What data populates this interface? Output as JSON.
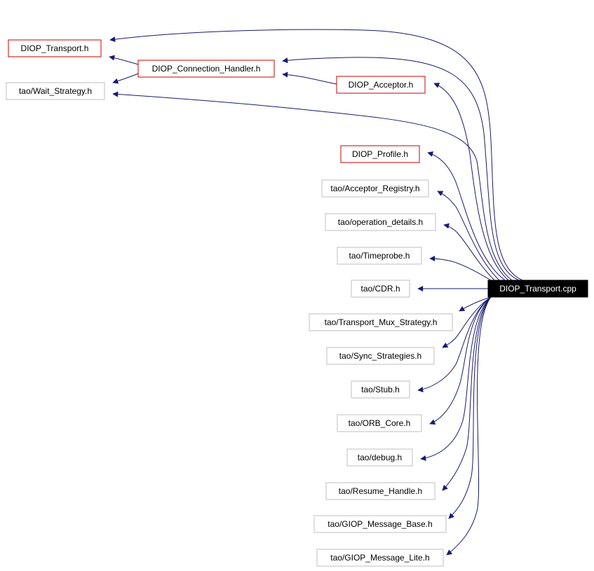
{
  "colors": {
    "edge": "#191970",
    "red_border": "#cc0000",
    "gray_border": "#bfbfbf",
    "root_fill": "#000000",
    "root_text": "#ffffff",
    "text": "#000000"
  },
  "root": {
    "id": "root",
    "label": "DIOP_Transport.cpp"
  },
  "nodes": [
    {
      "id": "transport",
      "label": "DIOP_Transport.h",
      "style": "red"
    },
    {
      "id": "connhandler",
      "label": "DIOP_Connection_Handler.h",
      "style": "red"
    },
    {
      "id": "wait",
      "label": "tao/Wait_Strategy.h",
      "style": "gray"
    },
    {
      "id": "acceptor",
      "label": "DIOP_Acceptor.h",
      "style": "red"
    },
    {
      "id": "profile",
      "label": "DIOP_Profile.h",
      "style": "red"
    },
    {
      "id": "acceptreg",
      "label": "tao/Acceptor_Registry.h",
      "style": "gray"
    },
    {
      "id": "opdetails",
      "label": "tao/operation_details.h",
      "style": "gray"
    },
    {
      "id": "timeprobe",
      "label": "tao/Timeprobe.h",
      "style": "gray"
    },
    {
      "id": "cdr",
      "label": "tao/CDR.h",
      "style": "gray"
    },
    {
      "id": "muxstrat",
      "label": "tao/Transport_Mux_Strategy.h",
      "style": "gray"
    },
    {
      "id": "syncstrat",
      "label": "tao/Sync_Strategies.h",
      "style": "gray"
    },
    {
      "id": "stub",
      "label": "tao/Stub.h",
      "style": "gray"
    },
    {
      "id": "orbcore",
      "label": "tao/ORB_Core.h",
      "style": "gray"
    },
    {
      "id": "debug",
      "label": "tao/debug.h",
      "style": "gray"
    },
    {
      "id": "resume",
      "label": "tao/Resume_Handle.h",
      "style": "gray"
    },
    {
      "id": "giopbase",
      "label": "tao/GIOP_Message_Base.h",
      "style": "gray"
    },
    {
      "id": "gioplite",
      "label": "tao/GIOP_Message_Lite.h",
      "style": "gray"
    }
  ],
  "edges": [
    {
      "from": "root",
      "to": "transport"
    },
    {
      "from": "root",
      "to": "connhandler"
    },
    {
      "from": "root",
      "to": "wait"
    },
    {
      "from": "root",
      "to": "acceptor"
    },
    {
      "from": "root",
      "to": "profile"
    },
    {
      "from": "root",
      "to": "acceptreg"
    },
    {
      "from": "root",
      "to": "opdetails"
    },
    {
      "from": "root",
      "to": "timeprobe"
    },
    {
      "from": "root",
      "to": "cdr"
    },
    {
      "from": "root",
      "to": "muxstrat"
    },
    {
      "from": "root",
      "to": "syncstrat"
    },
    {
      "from": "root",
      "to": "stub"
    },
    {
      "from": "root",
      "to": "orbcore"
    },
    {
      "from": "root",
      "to": "debug"
    },
    {
      "from": "root",
      "to": "resume"
    },
    {
      "from": "root",
      "to": "giopbase"
    },
    {
      "from": "root",
      "to": "gioplite"
    },
    {
      "from": "connhandler",
      "to": "transport"
    },
    {
      "from": "connhandler",
      "to": "wait"
    },
    {
      "from": "acceptor",
      "to": "connhandler"
    }
  ]
}
